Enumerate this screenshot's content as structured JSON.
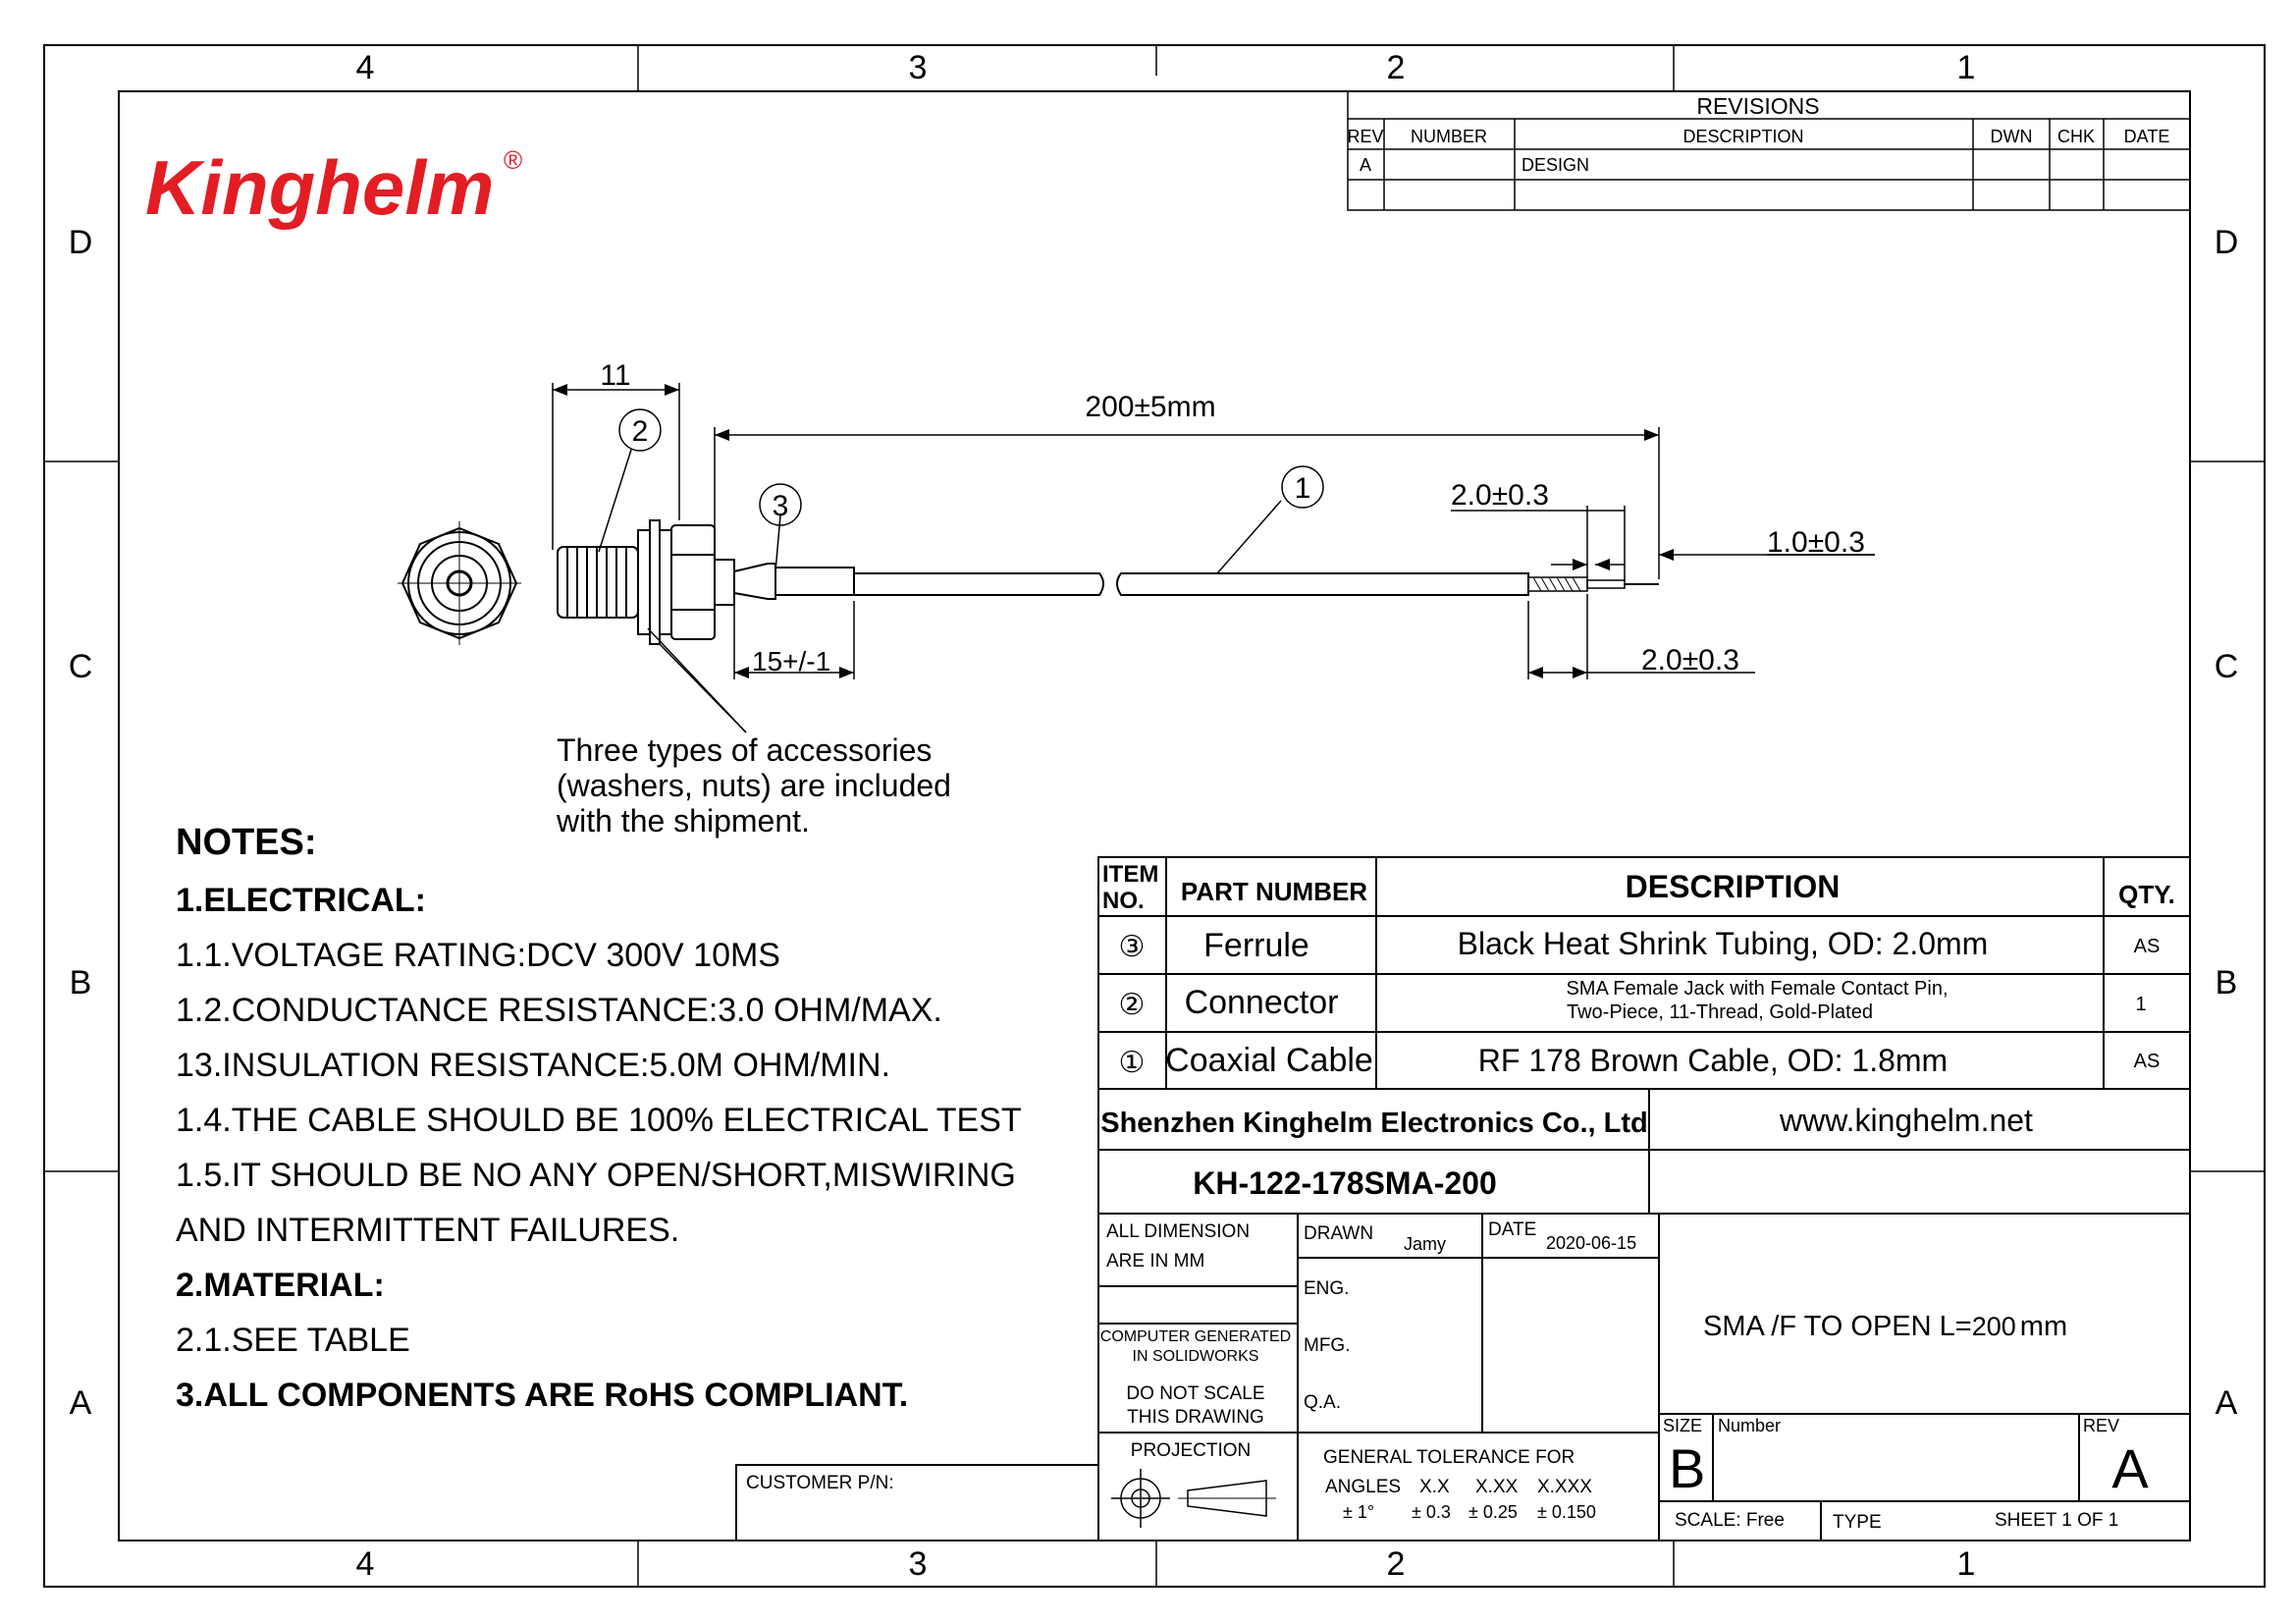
{
  "brand": {
    "name": "Kinghelm",
    "mark": "®",
    "color": "#e21d24"
  },
  "frame": {
    "columns": [
      "4",
      "3",
      "2",
      "1"
    ],
    "rows": [
      "D",
      "C",
      "B",
      "A"
    ]
  },
  "revisions": {
    "title": "REVISIONS",
    "headers": [
      "REV",
      "NUMBER",
      "DESCRIPTION",
      "DWN",
      "CHK",
      "DATE"
    ],
    "rows": [
      [
        "A",
        "",
        "DESIGN",
        "",
        "",
        ""
      ]
    ]
  },
  "dimensions": {
    "overall_length": "200±5mm",
    "connector_length": "11",
    "ferrule_length": "15+/-1",
    "jacket_strip": "2.0±0.3",
    "center_strip": "1.0±0.3",
    "braid_strip": "2.0±0.3"
  },
  "callouts": {
    "cable": "1",
    "connector": "2",
    "ferrule": "3"
  },
  "accessory_note": [
    "Three types of accessories",
    "(washers, nuts) are included",
    "with the shipment."
  ],
  "notes": [
    {
      "text": "NOTES:",
      "bold": true
    },
    {
      "text": "1.ELECTRICAL:",
      "bold": true
    },
    {
      "text": "1.1.VOLTAGE RATING:DCV 300V 10MS",
      "bold": false
    },
    {
      "text": "1.2.CONDUCTANCE RESISTANCE:3.0 OHM/MAX.",
      "bold": false
    },
    {
      "text": "13.INSULATION RESISTANCE:5.0M OHM/MIN.",
      "bold": false
    },
    {
      "text": "1.4.THE CABLE SHOULD BE 100% ELECTRICAL TEST",
      "bold": false
    },
    {
      "text": "1.5.IT SHOULD BE NO ANY OPEN/SHORT,MISWIRING",
      "bold": false
    },
    {
      "text": "AND INTERMITTENT FAILURES.",
      "bold": false
    },
    {
      "text": "2.MATERIAL:",
      "bold": true
    },
    {
      "text": "2.1.SEE TABLE",
      "bold": false
    },
    {
      "text": "3.ALL COMPONENTS ARE RoHS COMPLIANT.",
      "bold": true
    }
  ],
  "bom": {
    "headers": {
      "item_1": "ITEM",
      "item_2": "NO.",
      "part": "PART  NUMBER",
      "desc": "DESCRIPTION",
      "qty": "QTY."
    },
    "rows": [
      {
        "item": "③",
        "part": "Ferrule",
        "desc": [
          "Black Heat Shrink Tubing, OD: 2.0mm"
        ],
        "qty": "AS"
      },
      {
        "item": "②",
        "part": "Connector",
        "desc": [
          "SMA Female Jack with Female Contact Pin,",
          "Two-Piece, 11-Thread, Gold-Plated"
        ],
        "qty": "1"
      },
      {
        "item": "①",
        "part": "Coaxial Cable",
        "desc": [
          "RF 178 Brown Cable, OD: 1.8mm"
        ],
        "qty": "AS"
      }
    ]
  },
  "title_block": {
    "company": "Shenzhen Kinghelm Electronics Co., Ltd",
    "website": "www.kinghelm.net",
    "part_number": "KH-122-178SMA-200",
    "units_1": "ALL DIMENSION",
    "units_2": "ARE IN MM",
    "computer_1": "COMPUTER GENERATED",
    "computer_2": "IN SOLIDWORKS",
    "noscale_1": "DO NOT SCALE",
    "noscale_2": "THIS DRAWING",
    "projection": "PROJECTION",
    "drawn_label": "DRAWN",
    "drawn_by": "Jamy",
    "date_label": "DATE",
    "date": "2020-06-15",
    "eng": "ENG.",
    "mfg": "MFG.",
    "qa": "Q.A.",
    "tolerance_title": "GENERAL TOLERANCE FOR",
    "tol_angles": "ANGLES",
    "tol_x": "X.X",
    "tol_xx": "X.XX",
    "tol_xxx": "X.XXX",
    "tol_angles_val": "± 1°",
    "tol_x_val": "± 0.3",
    "tol_xx_val": "± 0.25",
    "tol_xxx_val": "± 0.150",
    "title_main": "SMA /F TO OPEN  L=",
    "title_value": "200",
    "title_unit": "mm",
    "size_label": "SIZE",
    "size": "B",
    "number_label": "Number",
    "rev_label": "REV",
    "rev": "A",
    "scale": "SCALE:  Free",
    "type": "TYPE",
    "sheet": "SHEET   1    OF    1",
    "customer_pn": "CUSTOMER P/N:"
  }
}
